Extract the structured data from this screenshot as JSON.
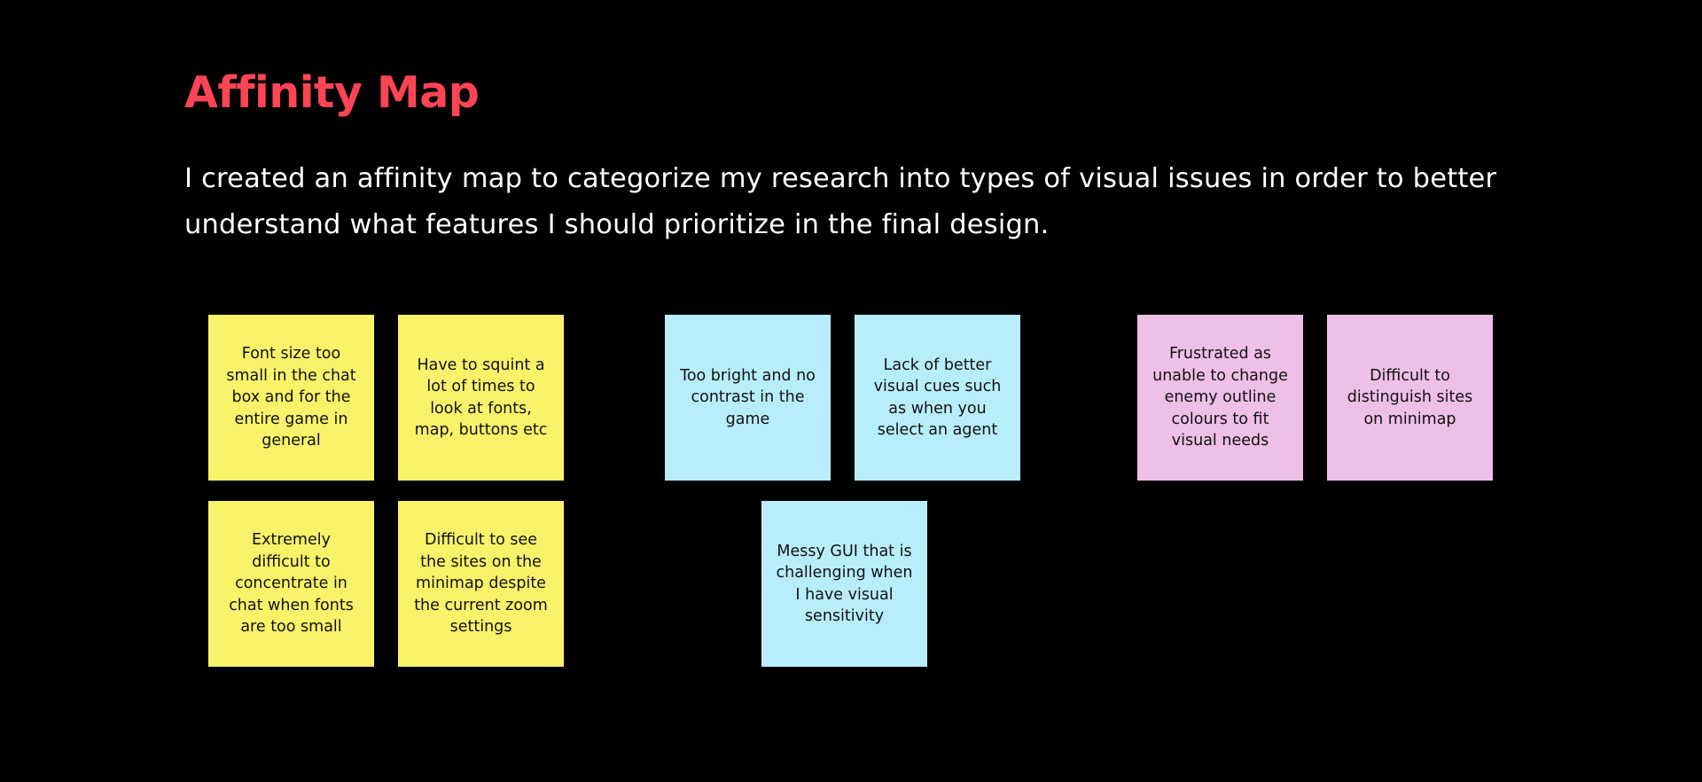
{
  "header": {
    "title": "Affinity Map",
    "intro": "I created an affinity map to categorize my research into types of visual issues in order to better understand what features I should prioritize in the final design."
  },
  "colors": {
    "background": "#000000",
    "title": "#FF4455",
    "intro": "#FFFFFF",
    "note_yellow": "#F9F36A",
    "note_blue": "#B8EEFC",
    "note_pink": "#EEBFE7"
  },
  "board": {
    "notes": [
      {
        "text": "Font size too small in the chat box and for the entire game in general",
        "color": "yellow"
      },
      {
        "text": "Have to squint a lot of times to look at fonts, map, buttons etc",
        "color": "yellow"
      },
      {
        "text": "Extremely difficult to concentrate in chat when fonts are too small",
        "color": "yellow"
      },
      {
        "text": "Difficult to see the sites on the minimap despite the current zoom settings",
        "color": "yellow"
      },
      {
        "text": "Too bright and no contrast in the game",
        "color": "blue"
      },
      {
        "text": "Lack of better visual cues such as when you select an agent",
        "color": "blue"
      },
      {
        "text": "Messy GUI that is challenging when I have visual sensitivity",
        "color": "blue"
      },
      {
        "text": "Frustrated as unable to change enemy outline colours to fit visual needs",
        "color": "pink"
      },
      {
        "text": "Difficult to distinguish sites on minimap",
        "color": "pink"
      }
    ]
  }
}
